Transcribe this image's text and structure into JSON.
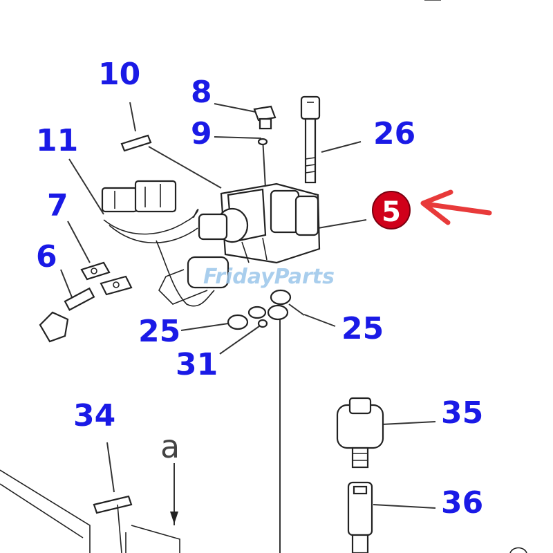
{
  "callouts": [
    {
      "id": "c10",
      "label": "10"
    },
    {
      "id": "c8",
      "label": "8"
    },
    {
      "id": "c11",
      "label": "11"
    },
    {
      "id": "c9",
      "label": "9"
    },
    {
      "id": "c26",
      "label": "26"
    },
    {
      "id": "c7",
      "label": "7"
    },
    {
      "id": "c6",
      "label": "6"
    },
    {
      "id": "c25a",
      "label": "25"
    },
    {
      "id": "c25b",
      "label": "25"
    },
    {
      "id": "c31",
      "label": "31"
    },
    {
      "id": "c34",
      "label": "34"
    },
    {
      "id": "c35",
      "label": "35"
    },
    {
      "id": "c36",
      "label": "36"
    }
  ],
  "highlight": {
    "label": "5",
    "color": "#d0001a",
    "arrow_color": "#e83a3a"
  },
  "view_marker": {
    "label": "a"
  },
  "watermark": {
    "text": "FridayParts",
    "color": "#9bc6ea"
  },
  "colors": {
    "callout": "#1a1ae6",
    "linework": "#222222"
  }
}
